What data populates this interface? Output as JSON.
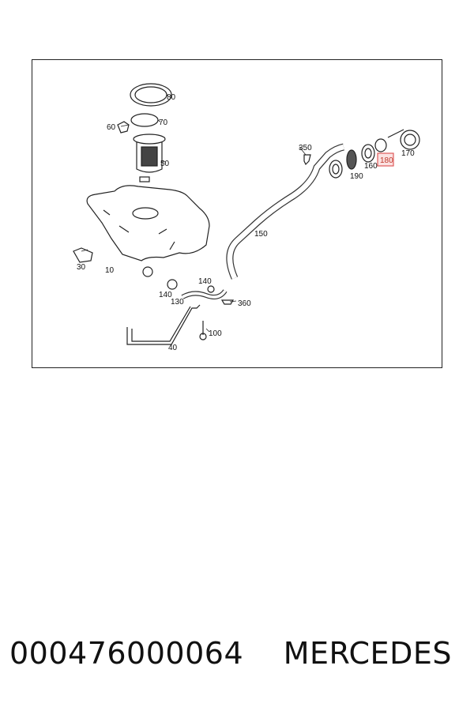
{
  "diagram": {
    "callouts": [
      {
        "id": "80",
        "label": "80"
      },
      {
        "id": "70",
        "label": "70"
      },
      {
        "id": "60",
        "label": "60"
      },
      {
        "id": "50",
        "label": "50"
      },
      {
        "id": "30",
        "label": "30"
      },
      {
        "id": "10",
        "label": "10"
      },
      {
        "id": "140a",
        "label": "140"
      },
      {
        "id": "140b",
        "label": "140"
      },
      {
        "id": "130",
        "label": "130"
      },
      {
        "id": "360",
        "label": "360"
      },
      {
        "id": "100",
        "label": "100"
      },
      {
        "id": "40",
        "label": "40"
      },
      {
        "id": "150",
        "label": "150"
      },
      {
        "id": "350",
        "label": "350"
      },
      {
        "id": "190",
        "label": "190"
      },
      {
        "id": "160",
        "label": "160"
      },
      {
        "id": "180",
        "label": "180",
        "highlighted": true
      },
      {
        "id": "170",
        "label": "170"
      }
    ],
    "highlight_color": "#e05a5a"
  },
  "caption": {
    "part_number": "000476000064",
    "brand": "MERCEDES"
  }
}
